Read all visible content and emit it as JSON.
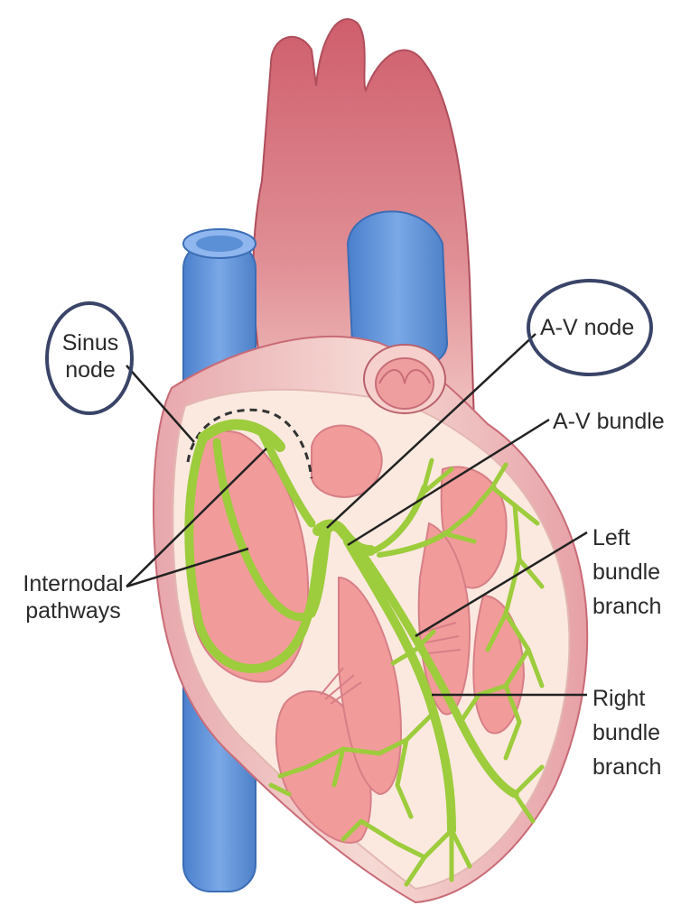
{
  "labels": {
    "sinus_node": [
      "Sinus",
      "node"
    ],
    "av_node": "A-V node",
    "av_bundle": "A-V bundle",
    "left_bundle_branch": [
      "Left",
      "bundle",
      "branch"
    ],
    "right_bundle_branch": [
      "Right",
      "bundle",
      "branch"
    ],
    "internodal_pathways": [
      "Internodal",
      "pathways"
    ]
  },
  "colors": {
    "conduction": "#9dcc3c",
    "muscle": "#f29b9b",
    "wall": "#fbe9e0",
    "aorta": "#d8707a",
    "vein": "#5b8fd6",
    "highlight_ring": "#3a4468",
    "leader": "#222222"
  }
}
